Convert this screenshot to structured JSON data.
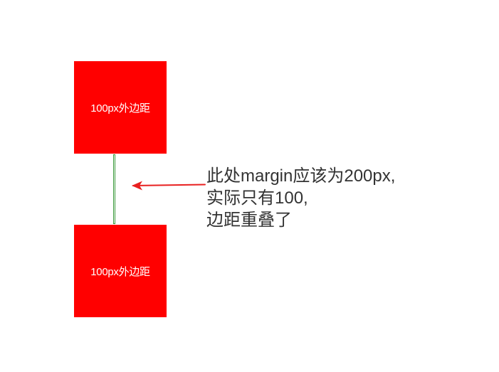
{
  "boxes": {
    "top_label": "100px外边距",
    "bottom_label": "100px外边距",
    "fill_color": "#ff0000",
    "text_color": "#ffffff"
  },
  "gap_marker": {
    "color": "#3a9a3a"
  },
  "arrow": {
    "color": "#e82020"
  },
  "annotation": {
    "lines": [
      "此处margin应该为200px,",
      "实际只有100,",
      "边距重叠了"
    ],
    "color": "#333333"
  }
}
